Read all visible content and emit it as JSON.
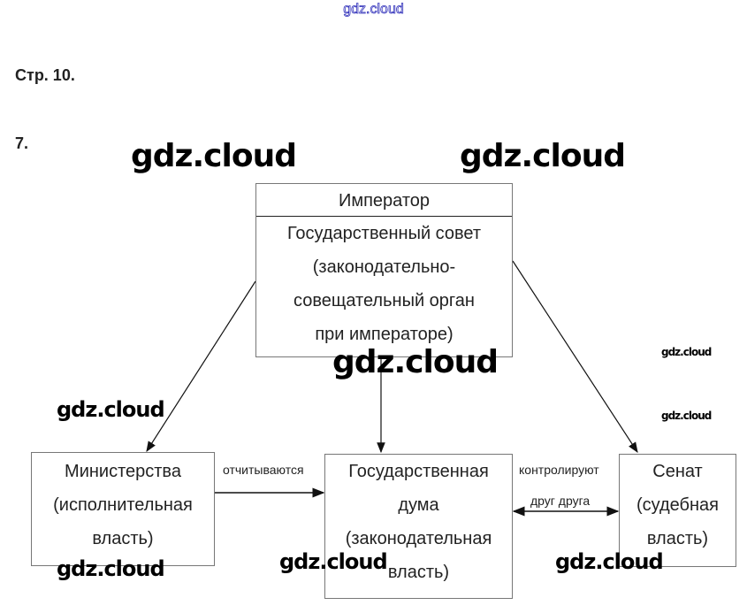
{
  "watermark": "gdz.cloud",
  "page_heading": "Стр. 10.",
  "task_number": "7.",
  "diagram": {
    "emperor": {
      "title": "Император",
      "lines": [
        "Государственный совет",
        "(законодательно-",
        "совещательный орган",
        "при императоре)"
      ]
    },
    "ministries": {
      "lines": [
        "Министерства",
        "(исполнительная",
        "власть)"
      ]
    },
    "duma": {
      "lines": [
        "Государственная",
        "дума",
        "(законодательная",
        "власть)"
      ]
    },
    "senate": {
      "lines": [
        "Сенат",
        "(судебная",
        "власть)"
      ]
    },
    "edge_report": "отчитываются",
    "edge_control": [
      "контролируют",
      "друг друга"
    ]
  }
}
